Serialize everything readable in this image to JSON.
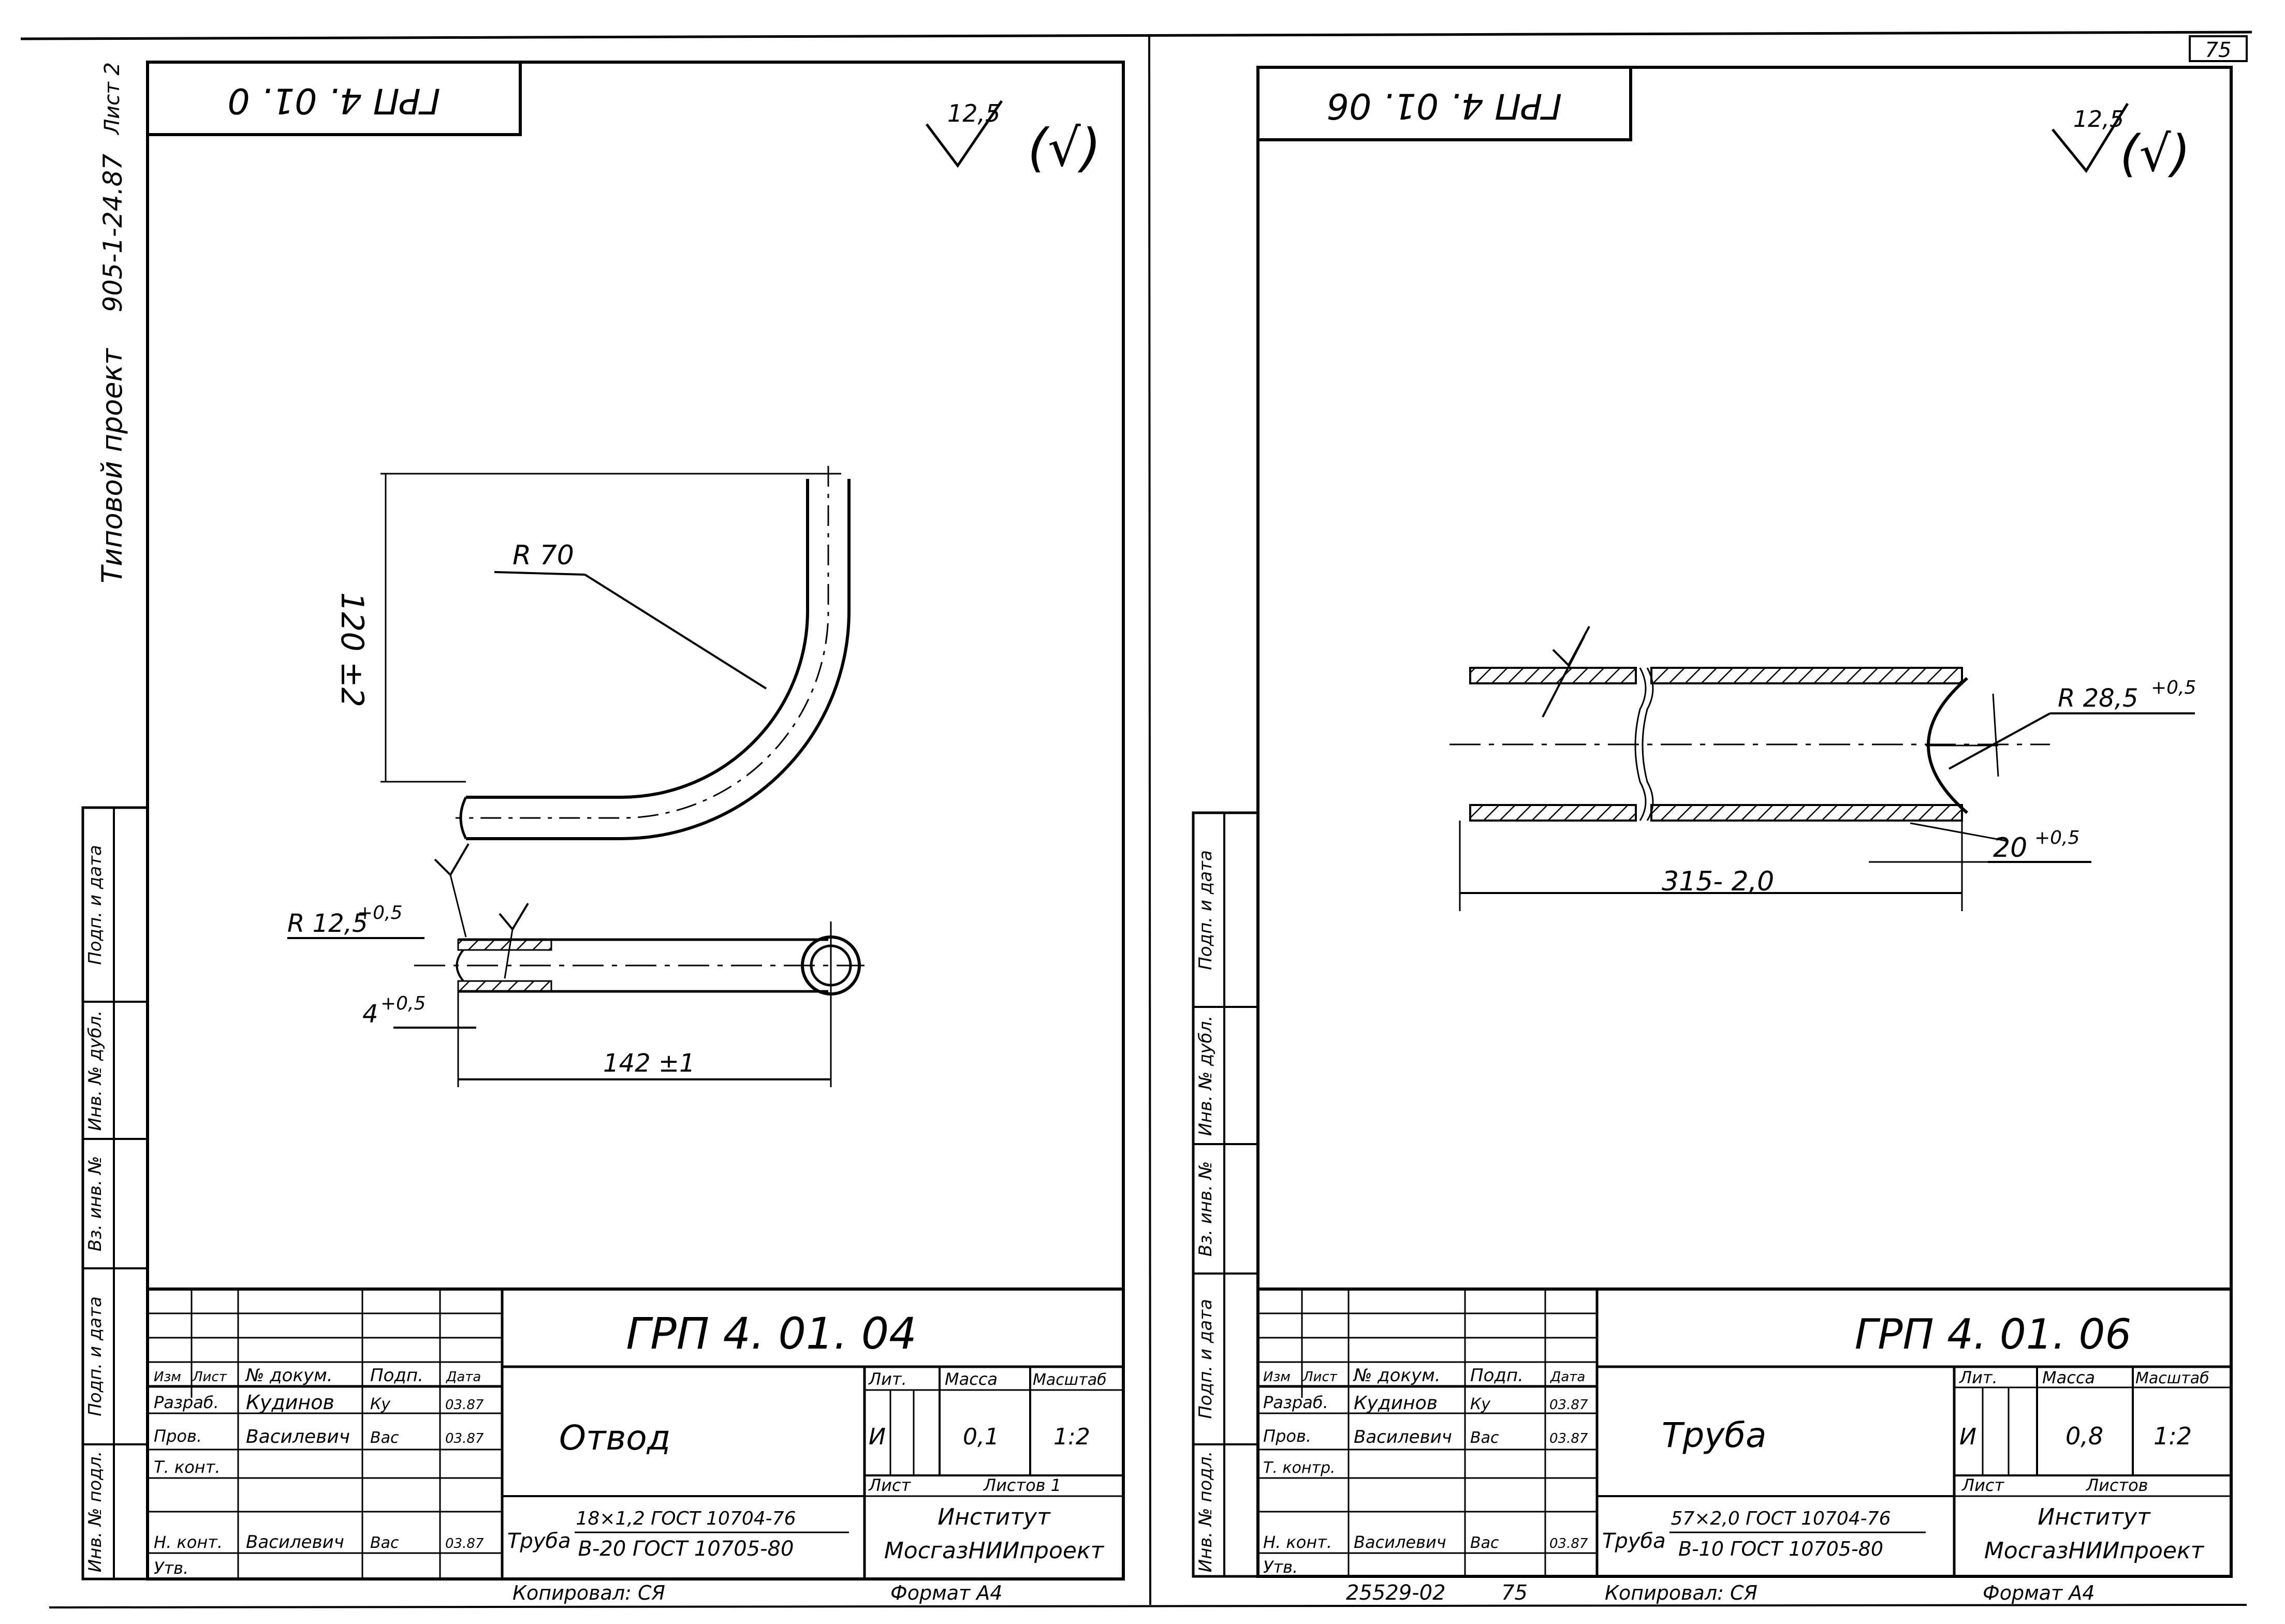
{
  "page_number": "75",
  "bottom_code": "25529-02",
  "bottom_page": "75",
  "left_sheet": {
    "stamp": "ГРП 4. 01. 0",
    "sheet_label": "Лист 2",
    "sidebar_project": "Типовой проект",
    "sidebar_code": "905-1-24.87",
    "roughness_value": "12,5",
    "roughness_rest": "(√)",
    "dims": {
      "radius": "R 70",
      "height": "120 ±2",
      "end_radius": "R 12,5",
      "end_radius_tol": "+0,5",
      "end_depth": "4",
      "end_depth_tol": "+0,5",
      "length": "142 ±1"
    },
    "side_labels": [
      "Инв. № подл.",
      "Подп. и дата",
      "Вз. инв. №",
      "Инв. № дубл.",
      "Подп. и дата"
    ],
    "title_block": {
      "doc_number": "ГРП 4. 01. 04",
      "headers": [
        "Изм",
        "Лист",
        "№ докум.",
        "Подп.",
        "Дата"
      ],
      "rows": [
        {
          "role": "Разраб.",
          "name": "Кудинов",
          "sign": "Ку",
          "date": "03.87"
        },
        {
          "role": "Пров.",
          "name": "Василевич",
          "sign": "Вас",
          "date": "03.87"
        },
        {
          "role": "Т. конт.",
          "name": "",
          "sign": "",
          "date": ""
        },
        {
          "role": "Н. конт.",
          "name": "Василевич",
          "sign": "Вас",
          "date": "03.87"
        },
        {
          "role": "Утв.",
          "name": "",
          "sign": "",
          "date": ""
        }
      ],
      "name": "Отвод",
      "lit_label": "Лит.",
      "mass_label": "Масса",
      "scale_label": "Масштаб",
      "lit_value": "И",
      "mass_value": "0,1",
      "scale_value": "1:2",
      "sheet_label": "Лист",
      "sheets_label": "Листов 1",
      "material_prefix": "Труба",
      "material_top": "18×1,2 ГОСТ 10704-76",
      "material_bottom": "В-20 ГОСТ 10705-80",
      "org_line1": "Институт",
      "org_line2": "МосгазНИИпроект"
    },
    "copied": "Копировал: СЯ",
    "format": "Формат А4"
  },
  "right_sheet": {
    "stamp": "ГРП 4. 01. 06",
    "roughness_value": "12,5",
    "roughness_rest": "(√)",
    "dims": {
      "radius": "R 28,5",
      "radius_tol": "+0,5",
      "cut": "20",
      "cut_tol": "+0,5",
      "length": "315- 2,0"
    },
    "side_labels": [
      "Инв. № подл.",
      "Подп. и дата",
      "Вз. инв. №",
      "Инв. № дубл.",
      "Подп. и дата"
    ],
    "title_block": {
      "doc_number": "ГРП 4. 01. 06",
      "headers": [
        "Изм",
        "Лист",
        "№ докум.",
        "Подп.",
        "Дата"
      ],
      "rows": [
        {
          "role": "Разраб.",
          "name": "Кудинов",
          "sign": "Ку",
          "date": "03.87"
        },
        {
          "role": "Пров.",
          "name": "Василевич",
          "sign": "Вас",
          "date": "03.87"
        },
        {
          "role": "Т. контр.",
          "name": "",
          "sign": "",
          "date": ""
        },
        {
          "role": "Н. конт.",
          "name": "Василевич",
          "sign": "Вас",
          "date": "03.87"
        },
        {
          "role": "Утв.",
          "name": "",
          "sign": "",
          "date": ""
        }
      ],
      "name": "Труба",
      "lit_label": "Лит.",
      "mass_label": "Масса",
      "scale_label": "Масштаб",
      "lit_value": "И",
      "mass_value": "0,8",
      "scale_value": "1:2",
      "sheet_label": "Лист",
      "sheets_label": "Листов",
      "material_prefix": "Труба",
      "material_top": "57×2,0 ГОСТ 10704-76",
      "material_bottom": "В-10 ГОСТ 10705-80",
      "org_line1": "Институт",
      "org_line2": "МосгазНИИпроект"
    },
    "copied": "Копировал: СЯ",
    "format": "Формат А4"
  }
}
